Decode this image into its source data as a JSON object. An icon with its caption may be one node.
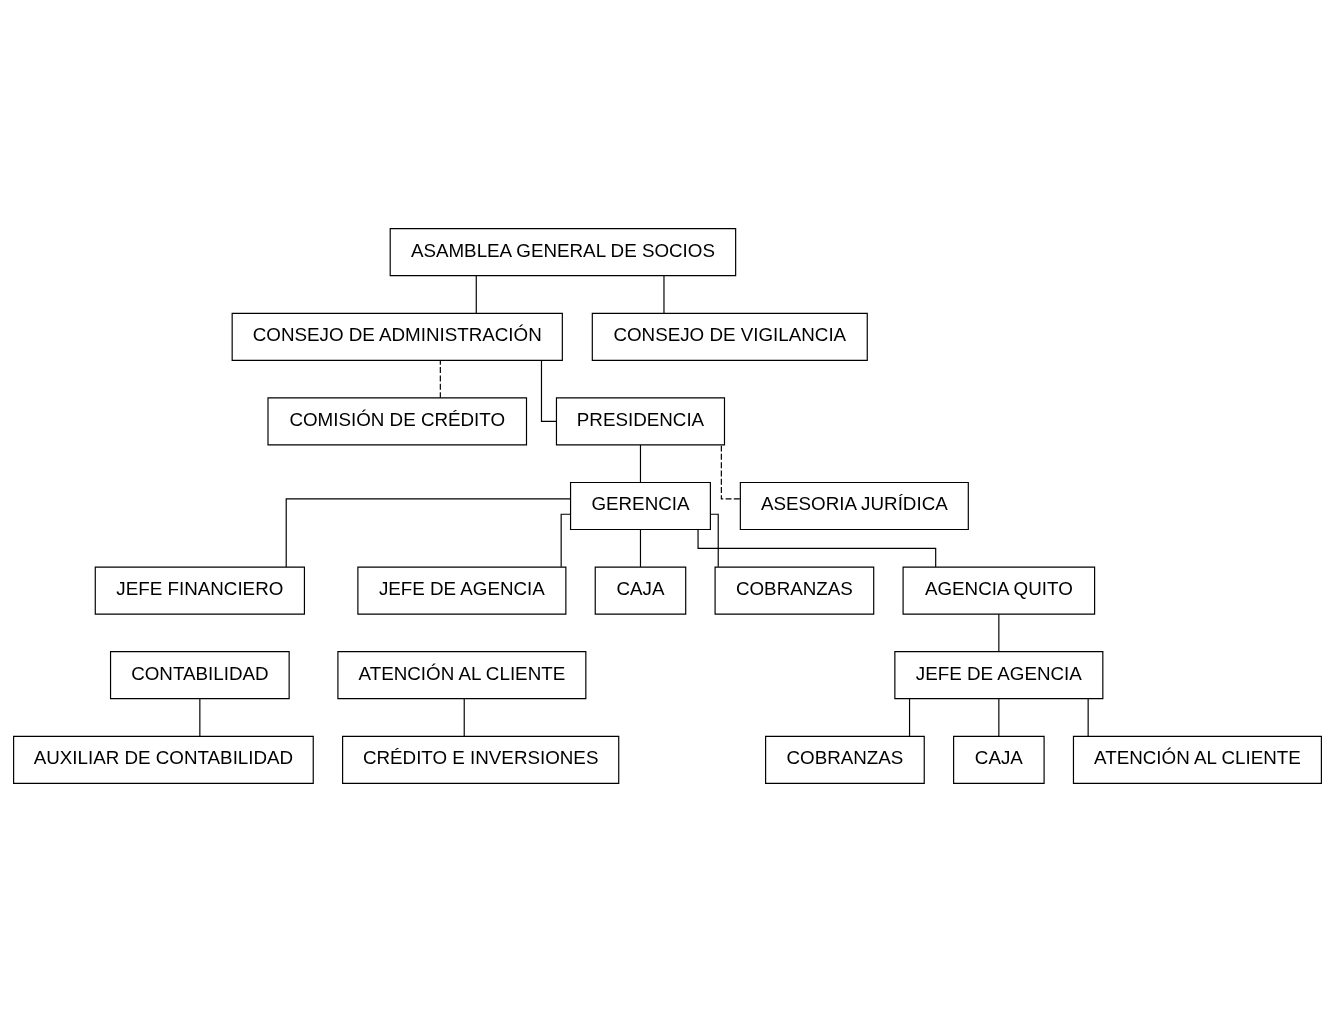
{
  "diagram": {
    "nodes": [
      {
        "text": [
          "ASAMBLEA GENERAL DE SOCIOS"
        ]
      },
      {
        "text": [
          "CONSEJO DE ADMINISTRACIÓN"
        ]
      },
      {
        "text": [
          "CONSEJO DE VIGILANCIA"
        ]
      },
      {
        "text": [
          "COMISIÓN DE CRÉDITO"
        ]
      },
      {
        "text": [
          "PRESIDENCIA"
        ]
      },
      {
        "text": [
          "ASESORIA JURÍDICA"
        ]
      },
      {
        "text": [
          "GERENCIA"
        ]
      },
      {
        "text": [
          "JEFE FINANCIERO"
        ]
      },
      {
        "text": [
          "JEFE DE AGENCIA"
        ]
      },
      {
        "text": [
          "CAJA"
        ]
      },
      {
        "text": [
          "COBRANZAS"
        ]
      },
      {
        "text": [
          "CONTABILIDAD"
        ]
      },
      {
        "text": [
          "ATENCIÓN AL CLIENTE"
        ]
      },
      {
        "text": [
          "AGENCIA QUITO"
        ]
      },
      {
        "text": [
          "AUXILIAR DE CONTABILIDAD"
        ]
      },
      {
        "text": [
          "CRÉDITO E INVERSIONES"
        ]
      },
      {
        "text": [
          "JEFE DE AGENCIA"
        ]
      },
      {
        "text": [
          "COBRANZAS"
        ]
      },
      {
        "text": [
          "CAJA"
        ]
      },
      {
        "text": [
          "ATENCIÓN AL CLIENTE"
        ]
      }
    ],
    "edges": [
      {
        "from": 0,
        "to": 1,
        "arrow": "none"
      },
      {
        "from": 0,
        "to": 2,
        "arrow": "none"
      },
      {
        "from": 1,
        "to": 4,
        "arrow": "none"
      },
      {
        "from": 3,
        "to": 1,
        "arrow": "none",
        "style": "dashed"
      },
      {
        "from": 5,
        "to": 4,
        "arrow": "none",
        "style": "dashed"
      },
      {
        "from": 4,
        "to": 6,
        "arrow": "none"
      },
      {
        "from": 6,
        "to": 7,
        "arrow": "none"
      },
      {
        "from": 6,
        "to": 8,
        "arrow": "none"
      },
      {
        "from": 6,
        "to": 13,
        "arrow": "none"
      },
      {
        "from": 6,
        "to": 9,
        "arrow": "none"
      },
      {
        "from": 6,
        "to": 10,
        "arrow": "none"
      },
      {
        "from": 11,
        "to": 14,
        "arrow": "none"
      },
      {
        "from": 12,
        "to": 15,
        "arrow": "none"
      },
      {
        "from": 13,
        "to": 16,
        "arrow": "none"
      },
      {
        "from": 16,
        "to": 17,
        "arrow": "none"
      },
      {
        "from": 16,
        "to": 18,
        "arrow": "none"
      },
      {
        "from": 16,
        "to": 19,
        "arrow": "none"
      }
    ]
  }
}
